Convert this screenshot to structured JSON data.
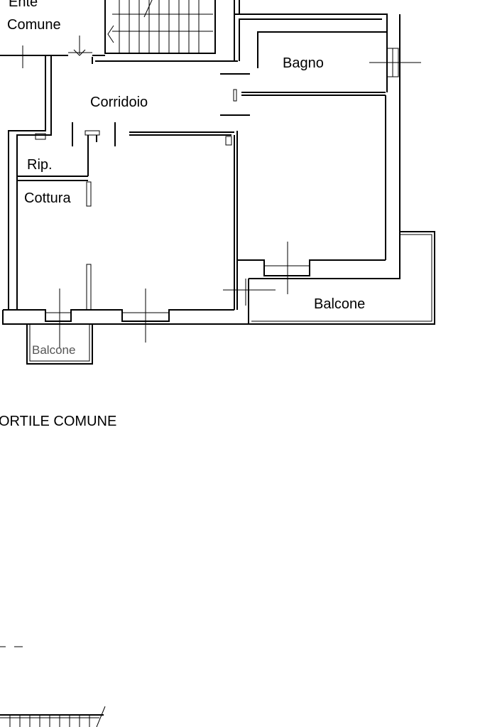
{
  "labels": {
    "ente": "Ente",
    "comune": "Comune",
    "bagno": "Bagno",
    "corridoio": "Corridoio",
    "rip": "Rip.",
    "cottura": "Cottura",
    "balcone_right": "Balcone",
    "balcone_small": "Balcone",
    "cortile": "ORTILE COMUNE"
  },
  "colors": {
    "line": "#000000",
    "background": "#ffffff",
    "small_text": "#555555"
  }
}
